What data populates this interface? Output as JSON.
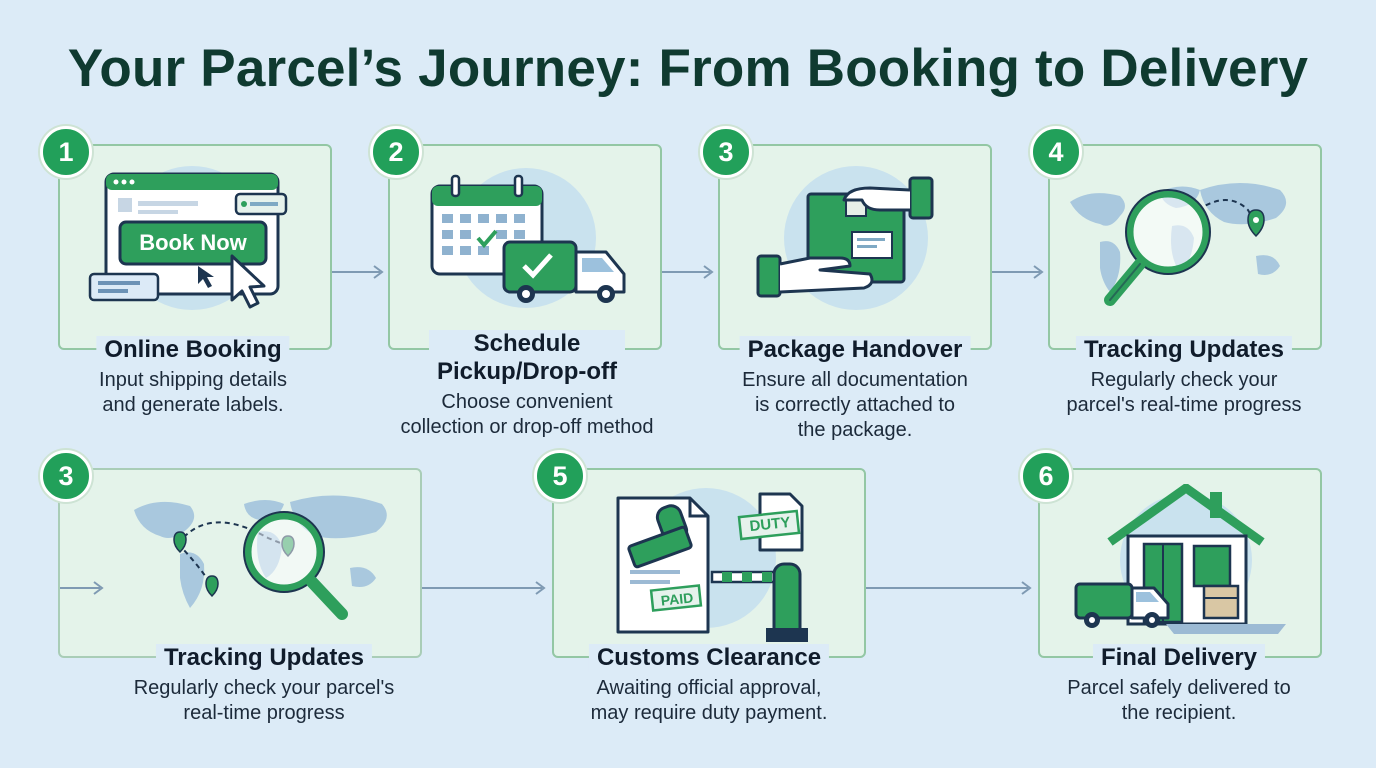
{
  "title": "Your Parcel’s Journey: From Booking to Delivery",
  "colors": {
    "accent": "#22a05a",
    "card_border": "#93c7a4",
    "card_fill": "#e4f3ea",
    "background": "#dcebf7"
  },
  "steps": [
    {
      "number": "1",
      "title": "Online Booking",
      "desc_lines": [
        "Input shipping details",
        "and generate labels."
      ],
      "button_label": "Book Now",
      "icon": "browser-booking-icon"
    },
    {
      "number": "2",
      "title_lines": [
        "Schedule",
        "Pickup/Drop-off"
      ],
      "desc_lines": [
        "Choose convenient",
        "collection or drop-off method"
      ],
      "icon": "calendar-van-icon"
    },
    {
      "number": "3",
      "title": "Package Handover",
      "desc_lines": [
        "Ensure all documentation",
        "is correctly attached to",
        "the package."
      ],
      "icon": "handover-box-icon"
    },
    {
      "number": "4",
      "title": "Tracking Updates",
      "desc_lines": [
        "Regularly check your",
        "parcel's real-time progress"
      ],
      "icon": "map-magnifier-icon"
    },
    {
      "number": "3",
      "title": "Tracking Updates",
      "desc_lines": [
        "Regularly check your parcel's",
        "real-time progress"
      ],
      "icon": "world-route-magnifier-icon"
    },
    {
      "number": "5",
      "title": "Customs Clearance",
      "desc_lines": [
        "Awaiting official approval,",
        "may require duty payment."
      ],
      "stamp_paid": "PAID",
      "stamp_duty": "DUTY",
      "icon": "customs-documents-icon"
    },
    {
      "number": "6",
      "title": "Final Delivery",
      "desc_lines": [
        "Parcel safely delivered to",
        "the recipient."
      ],
      "icon": "house-van-icon"
    }
  ]
}
